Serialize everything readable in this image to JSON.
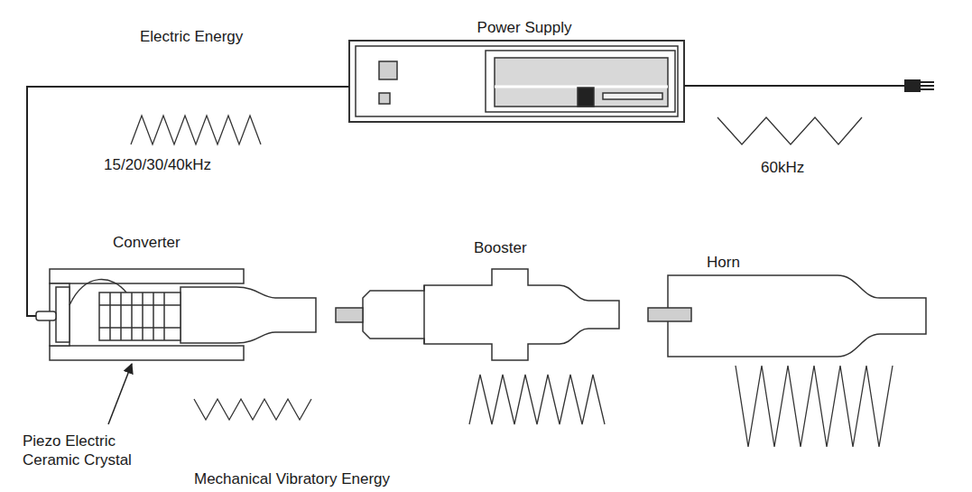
{
  "diagram": {
    "nodes": [
      {
        "text": [
          "Power Supply"
        ]
      },
      {
        "text": [
          "Converter"
        ]
      },
      {
        "text": [
          "Booster"
        ]
      },
      {
        "text": [
          "Horn"
        ]
      }
    ],
    "edges": [
      {
        "from": 0,
        "to": 1,
        "arrow": "none"
      }
    ],
    "labels": [
      "Electric Energy",
      "15/20/30/40kHz",
      "60kHz",
      "Piezo Electric Ceramic Crystal",
      "Mechanical Vibratory Energy"
    ]
  }
}
